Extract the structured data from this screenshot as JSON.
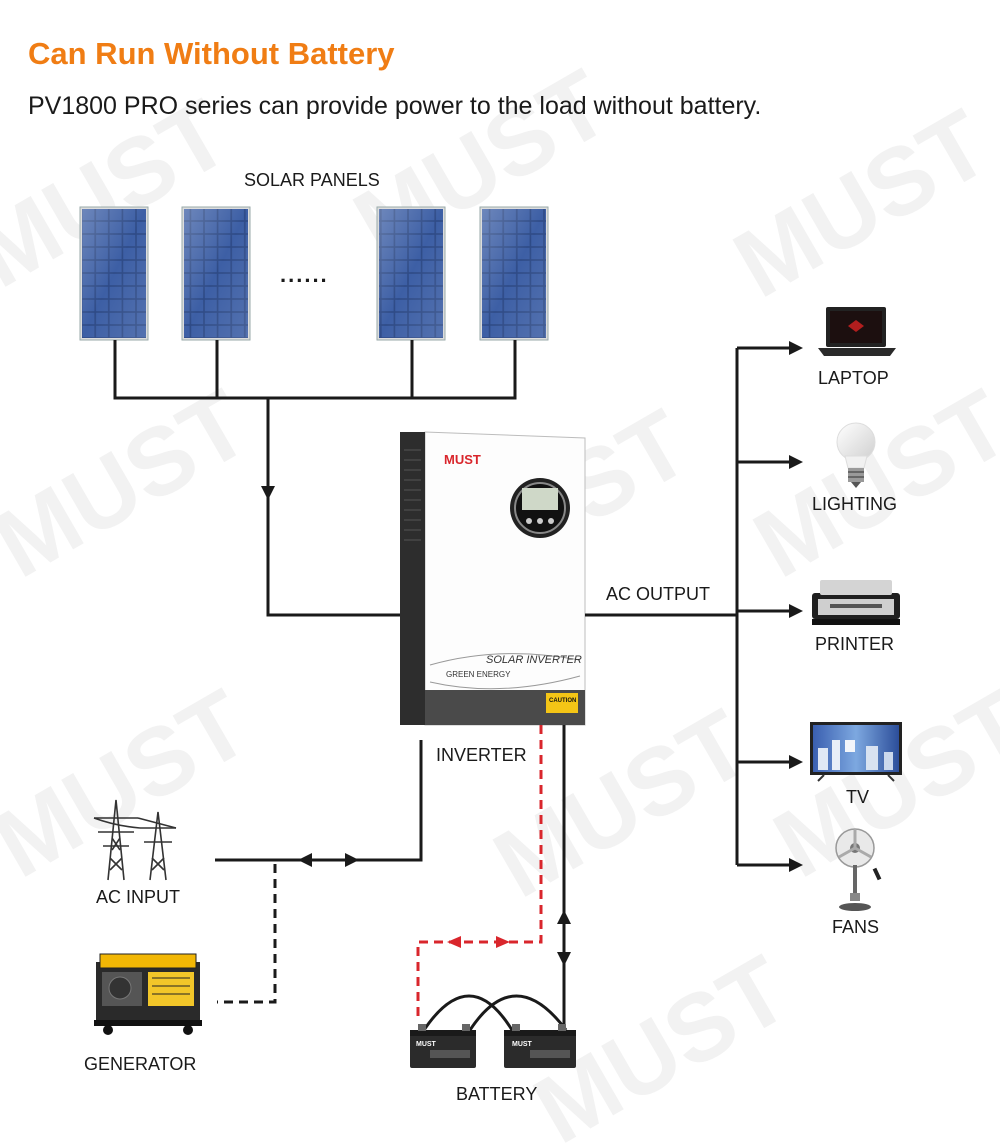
{
  "header": {
    "title": "Can Run Without Battery",
    "subtitle": "PV1800 PRO series can provide power to the load without battery."
  },
  "labels": {
    "solar_panels": "SOLAR PANELS",
    "panel_gap": "......",
    "inverter": "INVERTER",
    "ac_output": "AC OUTPUT",
    "ac_input": "AC INPUT",
    "generator": "GENERATOR",
    "battery": "BATTERY",
    "laptop": "LAPTOP",
    "lighting": "LIGHTING",
    "printer": "PRINTER",
    "tv": "TV",
    "fans": "FANS"
  },
  "inverter_panel": {
    "brand": "MUST",
    "product": "SOLAR INVERTER",
    "tagline": "GREEN ENERGY",
    "warning": "CAUTION"
  },
  "battery_brand": "MUST",
  "watermark": "MUST",
  "colors": {
    "accent": "#f07d14",
    "line": "#1a1a1a",
    "battery_link": "#d9262c",
    "brand_red": "#d9262c"
  }
}
